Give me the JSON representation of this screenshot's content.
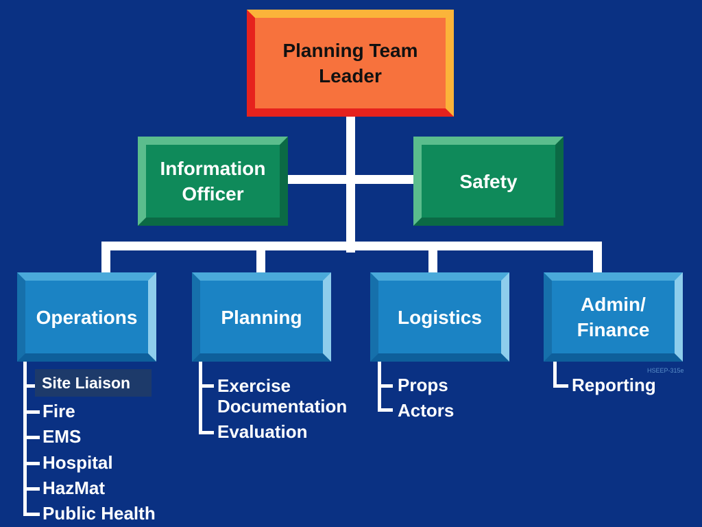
{
  "colors": {
    "background": "#0a3183",
    "leader_fill": "#f7723d",
    "staff_fill": "#0f8a5a",
    "section_fill": "#1b83c4",
    "connector": "#ffffff"
  },
  "chart": {
    "leader": "Planning Team\nLeader",
    "staff": {
      "left": "Information\nOfficer",
      "right": "Safety"
    },
    "sections": [
      {
        "label": "Operations",
        "highlight": "Site Liaison",
        "items": [
          "Fire",
          "EMS",
          "Hospital",
          "HazMat",
          "Public Health"
        ]
      },
      {
        "label": "Planning",
        "items": [
          "Exercise\nDocumentation",
          "Evaluation"
        ]
      },
      {
        "label": "Logistics",
        "items": [
          "Props",
          "Actors"
        ]
      },
      {
        "label": "Admin/\nFinance",
        "items": [
          "Reporting"
        ]
      }
    ]
  },
  "slide_code": "HSEEP-315e"
}
